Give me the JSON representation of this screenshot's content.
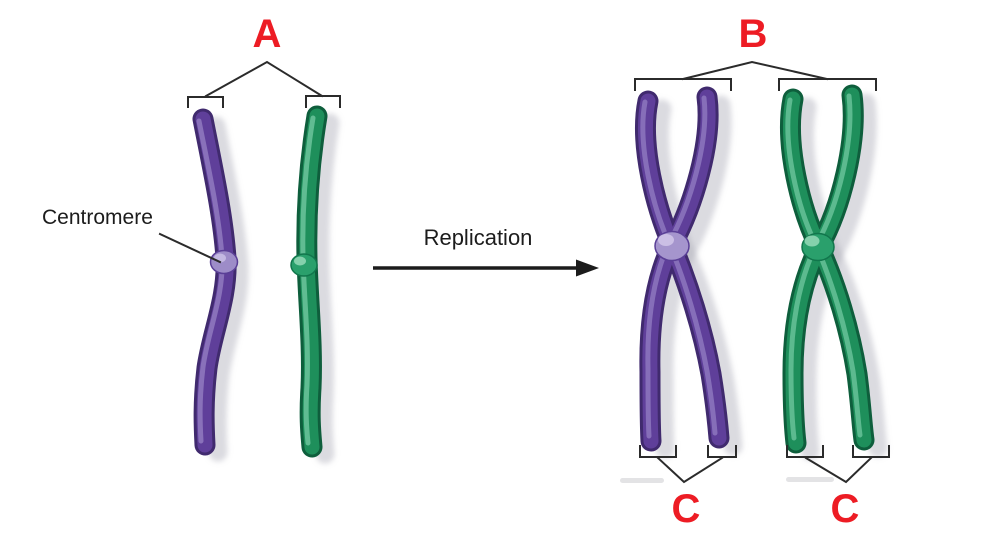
{
  "figure": {
    "description": "Diagram of chromosome replication: two unreplicated chromosomes (purple and green) become two replicated chromosomes of paired sister chromatids joined at centromeres"
  },
  "labels": {
    "a": "A",
    "b": "B",
    "c_purple": "C",
    "c_green": "C",
    "centromere": "Centromere",
    "replication": "Replication"
  },
  "colors": {
    "label_red": "#ed1c24",
    "annotation_line": "#2b2b2b",
    "caption_text": "#1c1c1c",
    "purple_dark": "#402a6e",
    "purple_mid": "#5f3f9a",
    "purple_highlight": "#907ac0",
    "purple_centromere": "#a595cd",
    "green_dark": "#0e5e3c",
    "green_mid": "#1e8f5b",
    "green_highlight": "#6cc49c",
    "green_centromere": "#2aa06c",
    "shadow": "#a0a0ad"
  }
}
